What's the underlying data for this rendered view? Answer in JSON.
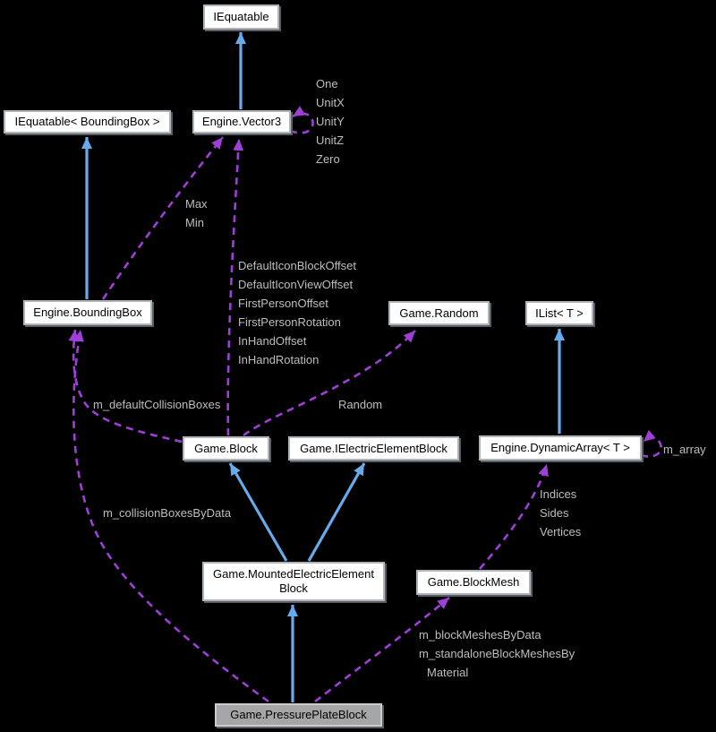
{
  "diagram": {
    "type": "doxygen-collaboration-graph",
    "colors": {
      "background": "#000000",
      "inheritance_edge": "#68abec",
      "usage_edge": "#9e3fd8",
      "edge_label": "#bebebe",
      "node_fill": "#ffffff",
      "node_border": "#aeb4ba",
      "node_text": "#000000",
      "highlight_fill": "#a6a6a6",
      "highlight_border": "#c9cdd1"
    },
    "nodes": {
      "iequatable": {
        "label": "IEquatable"
      },
      "iequatable_boundingbox": {
        "label": "IEquatable< BoundingBox >"
      },
      "vector3": {
        "label": "Engine.Vector3"
      },
      "boundingbox": {
        "label": "Engine.BoundingBox"
      },
      "random": {
        "label": "Game.Random"
      },
      "ilist": {
        "label": "IList< T >"
      },
      "block": {
        "label": "Game.Block"
      },
      "ielectricelementblock": {
        "label": "Game.IElectricElementBlock"
      },
      "dynamicarray": {
        "label": "Engine.DynamicArray< T >"
      },
      "mountedelectricelementblock": {
        "lines": [
          "Game.MountedElectricElement",
          "Block"
        ]
      },
      "blockmesh": {
        "label": "Game.BlockMesh"
      },
      "pressureplateblock": {
        "label": "Game.PressurePlateBlock"
      }
    },
    "edge_labels": {
      "vector3_self": [
        "One",
        "UnitX",
        "UnitY",
        "UnitZ",
        "Zero"
      ],
      "boundingbox_to_vector3": [
        "Max",
        "Min"
      ],
      "block_to_vector3": [
        "DefaultIconBlockOffset",
        "DefaultIconViewOffset",
        "FirstPersonOffset",
        "FirstPersonRotation",
        "InHandOffset",
        "InHandRotation"
      ],
      "block_to_boundingbox": "m_defaultCollisionBoxes",
      "pressureplate_to_boundingbox": "m_collisionBoxesByData",
      "block_to_random": "Random",
      "blockmesh_to_dynamicarray": [
        "Indices",
        "Sides",
        "Vertices"
      ],
      "dynamicarray_self": "m_array",
      "pressureplate_to_blockmesh": [
        "m_blockMeshesByData",
        "m_standaloneBlockMeshesBy",
        "Material"
      ]
    },
    "edges": [
      {
        "from": "vector3",
        "to": "iequatable",
        "kind": "inheritance"
      },
      {
        "from": "boundingbox",
        "to": "iequatable_boundingbox",
        "kind": "inheritance"
      },
      {
        "from": "dynamicarray",
        "to": "ilist",
        "kind": "inheritance"
      },
      {
        "from": "mountedelectricelementblock",
        "to": "block",
        "kind": "inheritance"
      },
      {
        "from": "mountedelectricelementblock",
        "to": "ielectricelementblock",
        "kind": "inheritance"
      },
      {
        "from": "pressureplateblock",
        "to": "mountedelectricelementblock",
        "kind": "inheritance"
      },
      {
        "from": "vector3",
        "to": "vector3",
        "kind": "usage",
        "label": "One UnitX UnitY UnitZ Zero"
      },
      {
        "from": "boundingbox",
        "to": "vector3",
        "kind": "usage",
        "label": "Max Min"
      },
      {
        "from": "block",
        "to": "vector3",
        "kind": "usage",
        "label": "DefaultIconBlockOffset DefaultIconViewOffset FirstPersonOffset FirstPersonRotation InHandOffset InHandRotation"
      },
      {
        "from": "block",
        "to": "boundingbox",
        "kind": "usage",
        "label": "m_defaultCollisionBoxes"
      },
      {
        "from": "block",
        "to": "random",
        "kind": "usage",
        "label": "Random"
      },
      {
        "from": "pressureplateblock",
        "to": "boundingbox",
        "kind": "usage",
        "label": "m_collisionBoxesByData"
      },
      {
        "from": "pressureplateblock",
        "to": "blockmesh",
        "kind": "usage",
        "label": "m_blockMeshesByData m_standaloneBlockMeshesByMaterial"
      },
      {
        "from": "blockmesh",
        "to": "dynamicarray",
        "kind": "usage",
        "label": "Indices Sides Vertices"
      },
      {
        "from": "dynamicarray",
        "to": "dynamicarray",
        "kind": "usage",
        "label": "m_array"
      }
    ]
  }
}
